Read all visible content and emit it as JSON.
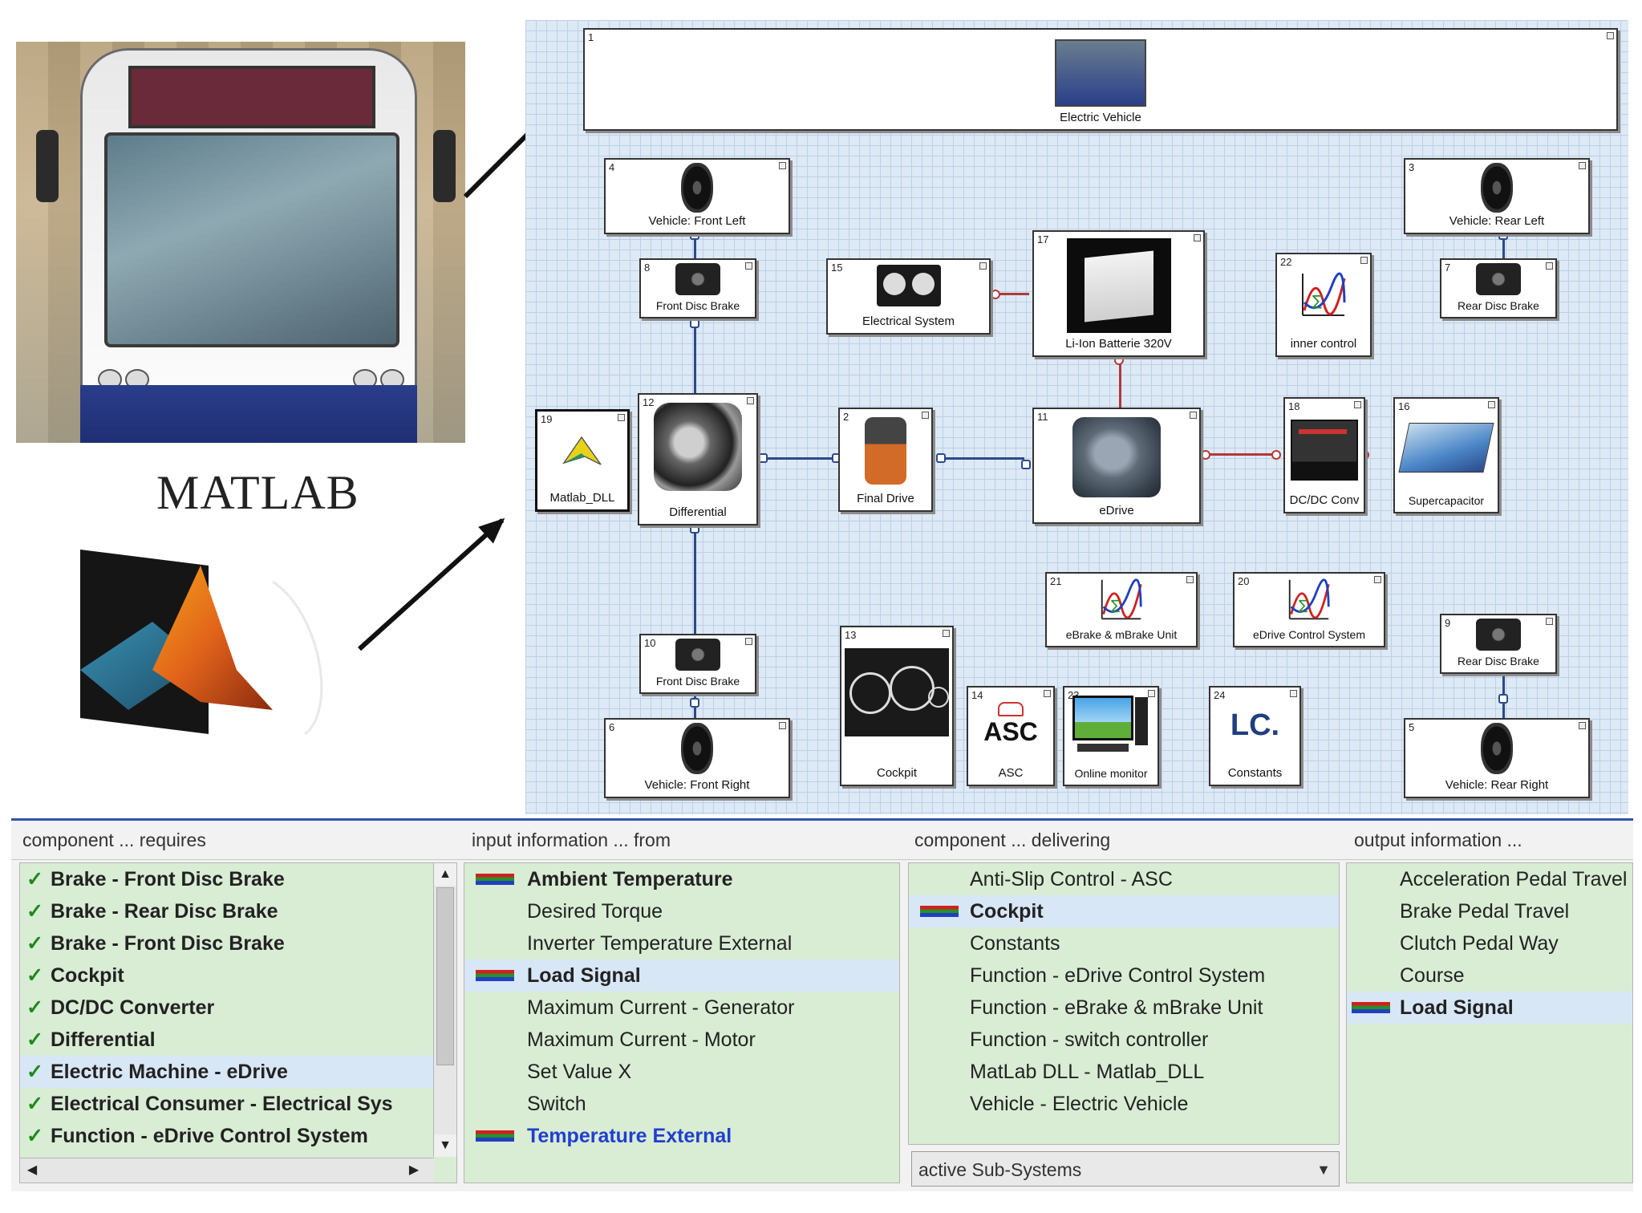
{
  "illustration": {
    "matlab_title": "MATLAB"
  },
  "canvas": {
    "nodes": {
      "electric_vehicle": {
        "num": "1",
        "label": "Electric Vehicle"
      },
      "front_left": {
        "num": "4",
        "label": "Vehicle: Front Left"
      },
      "front_disc_brake_top": {
        "num": "8",
        "label": "Front Disc Brake"
      },
      "electrical_system": {
        "num": "15",
        "label": "Electrical System"
      },
      "li_ion": {
        "num": "17",
        "label": "Li-Ion Batterie 320V"
      },
      "inner_control": {
        "num": "22",
        "label": "inner control"
      },
      "rear_left": {
        "num": "3",
        "label": "Vehicle: Rear Left"
      },
      "rear_disc_brake_top": {
        "num": "7",
        "label": "Rear Disc Brake"
      },
      "matlab_dll": {
        "num": "19",
        "label": "Matlab_DLL"
      },
      "differential": {
        "num": "12",
        "label": "Differential"
      },
      "final_drive": {
        "num": "2",
        "label": "Final Drive"
      },
      "edrive": {
        "num": "11",
        "label": "eDrive"
      },
      "dcdc": {
        "num": "18",
        "label": "DC/DC Conv"
      },
      "supercapacitor": {
        "num": "16",
        "label": "Supercapacitor"
      },
      "ebrake": {
        "num": "21",
        "label": "eBrake & mBrake Unit"
      },
      "edrive_control": {
        "num": "20",
        "label": "eDrive Control System"
      },
      "rear_disc_brake_bottom": {
        "num": "9",
        "label": "Rear Disc Brake"
      },
      "front_disc_brake_bottom": {
        "num": "10",
        "label": "Front Disc Brake"
      },
      "cockpit": {
        "num": "13",
        "label": "Cockpit"
      },
      "asc": {
        "num": "14",
        "label": "ASC",
        "icon_text": "ASC"
      },
      "online_monitor": {
        "num": "23",
        "label": "Online monitor"
      },
      "constants": {
        "num": "24",
        "label": "Constants",
        "icon_text": "LC."
      },
      "front_right": {
        "num": "6",
        "label": "Vehicle: Front Right"
      },
      "rear_right": {
        "num": "5",
        "label": "Vehicle: Rear Right"
      }
    }
  },
  "panel": {
    "col1": {
      "header": "component ... requires",
      "items": [
        "Brake - Front Disc Brake",
        "Brake - Rear Disc Brake",
        "Brake - Front Disc Brake",
        "Cockpit",
        "DC/DC Converter",
        "Differential",
        "Electric Machine - eDrive",
        "Electrical Consumer - Electrical Sys",
        "Function - eDrive Control System"
      ]
    },
    "col2": {
      "header": "input information ... from",
      "items": [
        "Ambient Temperature",
        "Desired Torque",
        "Inverter Temperature External",
        "Load Signal",
        "Maximum Current - Generator",
        "Maximum Current - Motor",
        "Set Value X",
        "Switch",
        "Temperature External"
      ]
    },
    "col3": {
      "header": "component ... delivering",
      "items": [
        "Anti-Slip Control - ASC",
        "Cockpit",
        "Constants",
        "Function - eDrive Control System",
        "Function - eBrake & mBrake Unit",
        "Function - switch controller",
        "MatLab DLL - Matlab_DLL",
        "Vehicle - Electric Vehicle"
      ],
      "dropdown": "active Sub-Systems"
    },
    "col4": {
      "header": "output information ...",
      "items": [
        "Acceleration Pedal Travel",
        "Brake Pedal Travel",
        "Clutch Pedal Way",
        "Course",
        "Load Signal"
      ]
    }
  },
  "colors": {
    "panel_list_bg": "#d9ecd4",
    "selection": "#d8e7f6",
    "link_blue": "#1f3fd0",
    "check_green": "#1b8a1b"
  }
}
